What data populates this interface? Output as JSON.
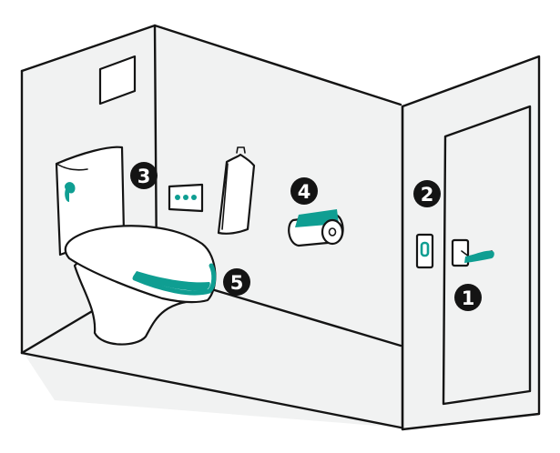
{
  "callouts": [
    {
      "id": "door-handle",
      "label": "1"
    },
    {
      "id": "light-switch",
      "label": "2"
    },
    {
      "id": "flush-buttons",
      "label": "3"
    },
    {
      "id": "toilet-paper-holder",
      "label": "4"
    },
    {
      "id": "toilet-seat",
      "label": "5"
    }
  ],
  "colors": {
    "accent": "#0f9e92",
    "ink": "#141414",
    "wall": "#f1f2f2",
    "badge_text": "#ffffff"
  }
}
